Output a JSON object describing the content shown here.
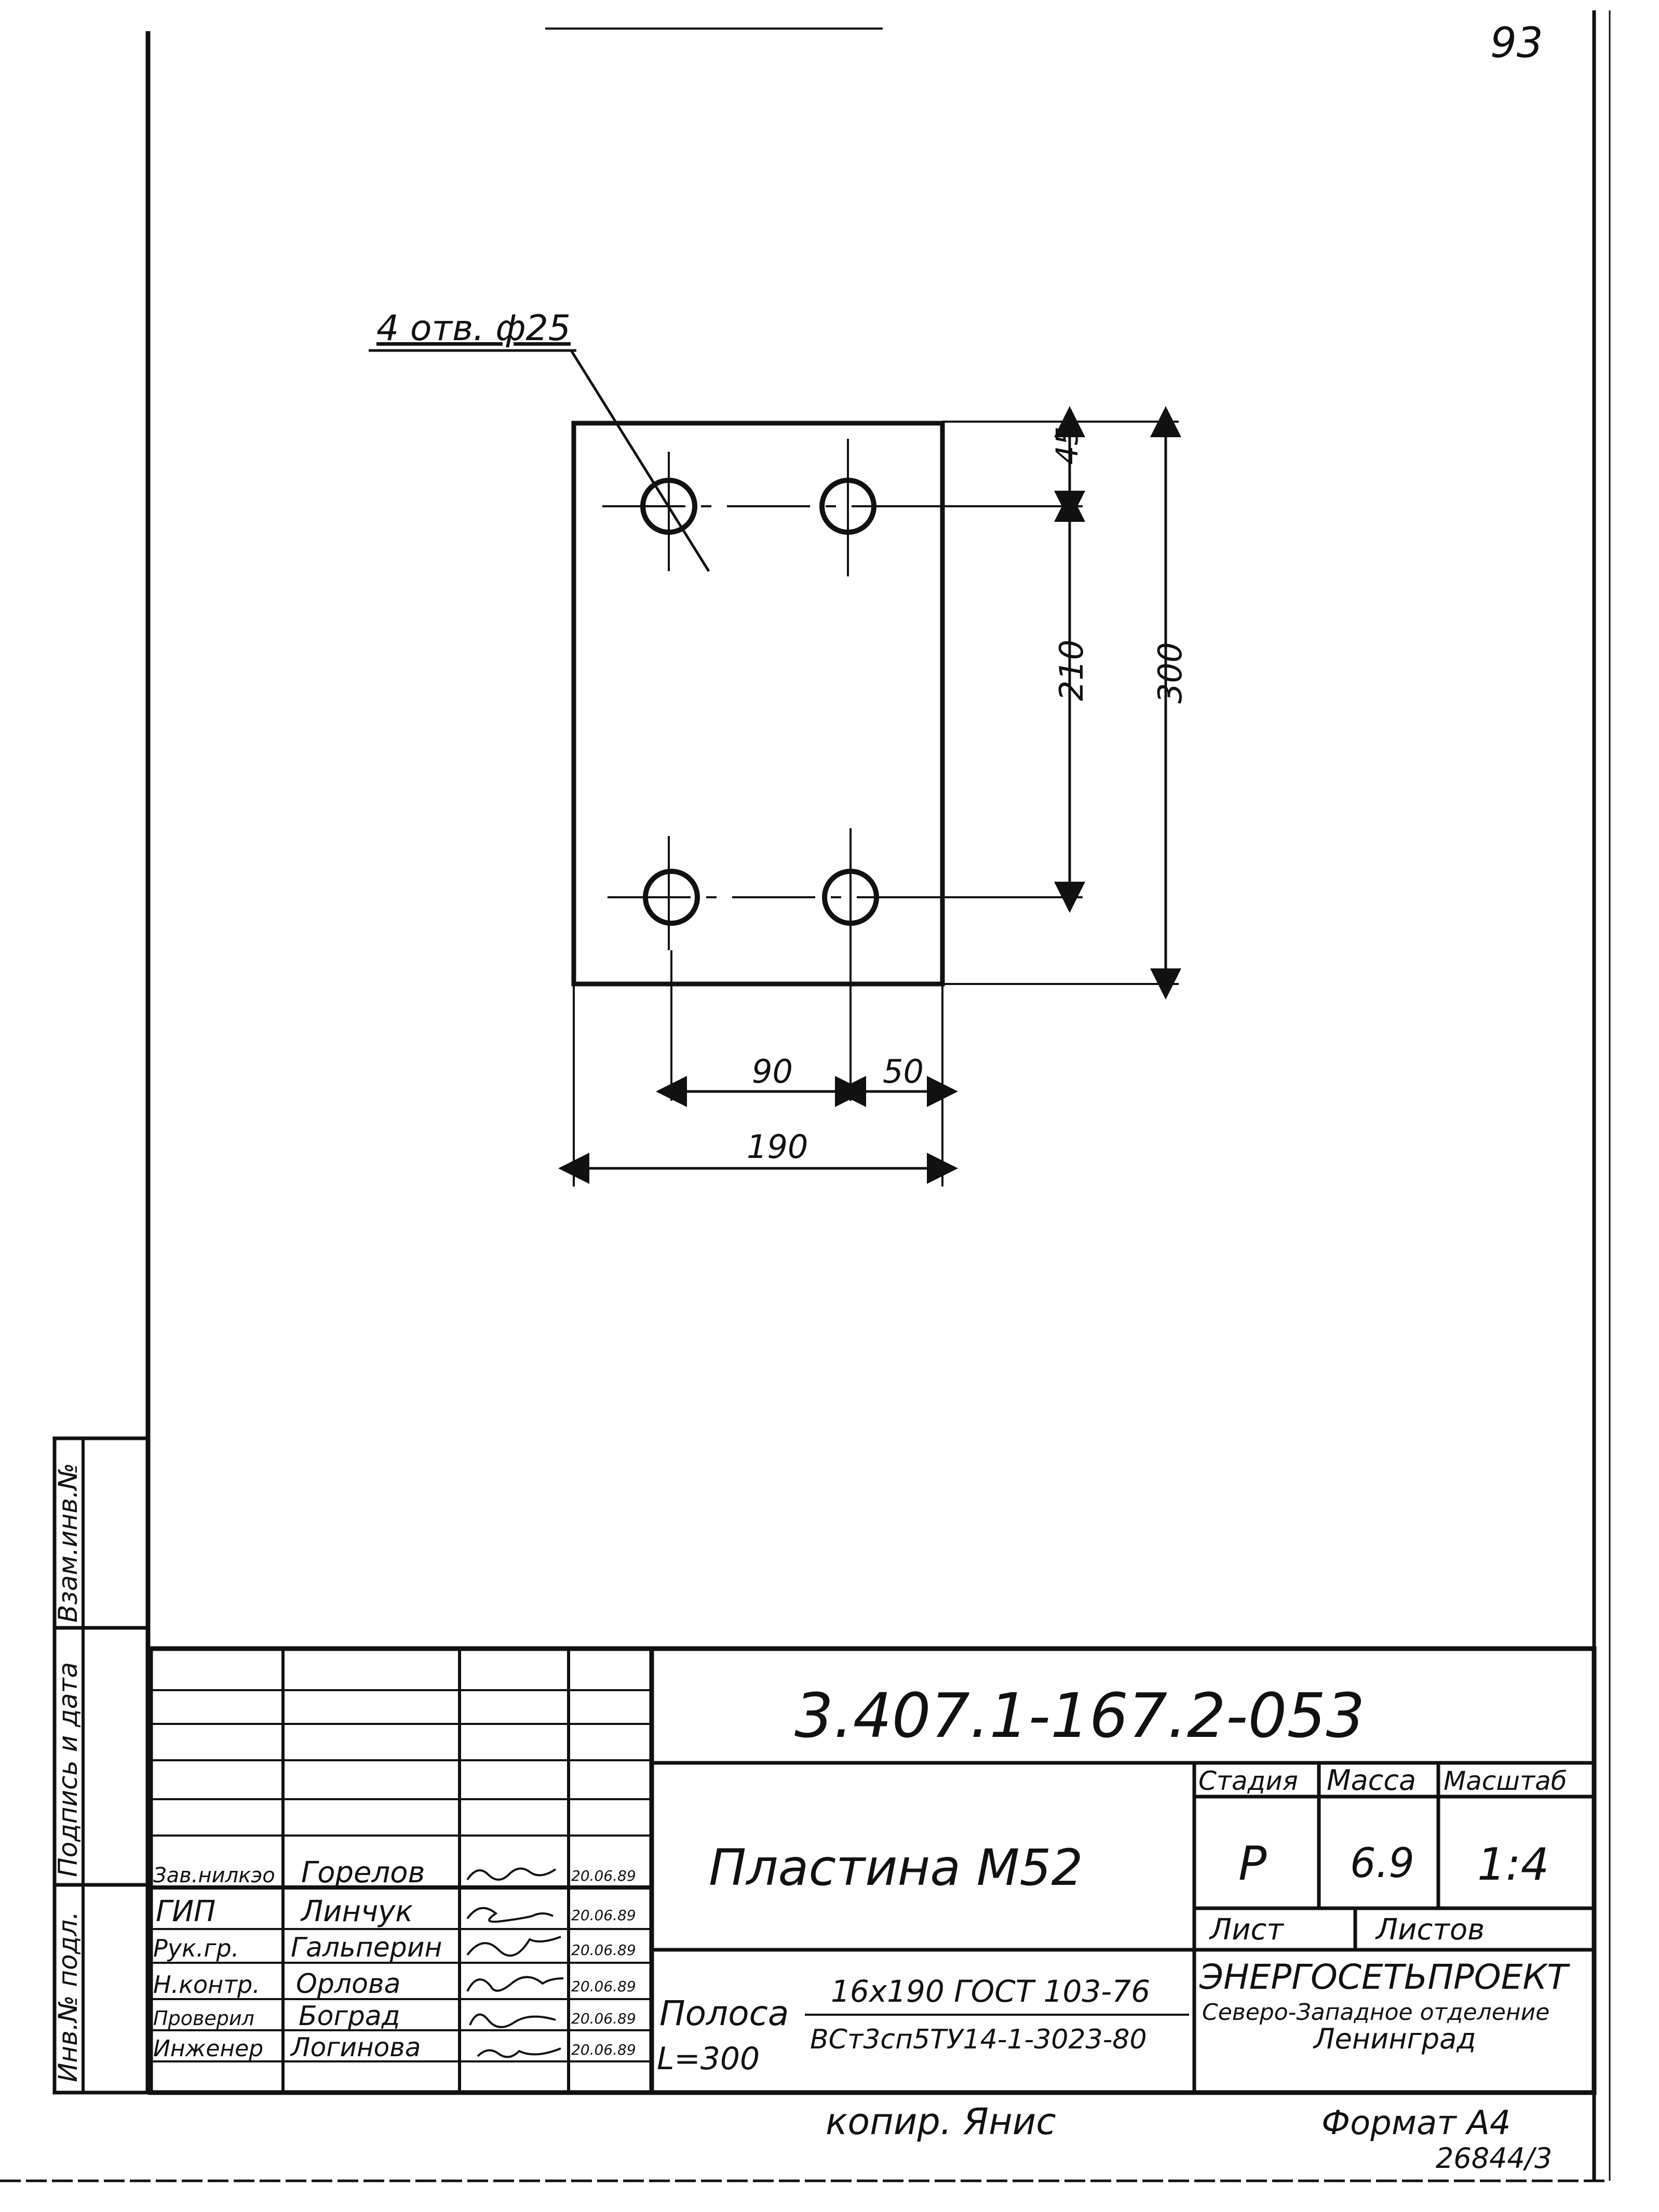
{
  "page_number": "93",
  "drawing": {
    "hole_callout": "4 отв. ф25",
    "dimensions": {
      "top_offset": "45",
      "hole_spacing_vertical": "210",
      "overall_height": "300",
      "hole_spacing_horizontal": "90",
      "edge_offset": "50",
      "overall_width": "190"
    }
  },
  "side_stamp": {
    "inv_no_orig": "Инв.№ подл.",
    "signature_date": "Подпись и дата",
    "replaced_inv_no": "Взам.инв.№"
  },
  "title_block": {
    "document_code": "3.407.1-167.2-053",
    "part_name": "Пластина М52",
    "headers": {
      "stage": "Стадия",
      "mass": "Масса",
      "scale": "Масштаб",
      "sheet": "Лист",
      "sheets": "Листов"
    },
    "values": {
      "stage": "Р",
      "mass": "6.9",
      "scale": "1:4"
    },
    "material": {
      "name": "Полоса",
      "length": "L=300",
      "spec_line1": "16x190 ГОСТ 103-76",
      "spec_line2": "ВСт3сп5ТУ14-1-3023-80"
    },
    "organization": {
      "line1": "ЭНЕРГОСЕТЬПРОЕКТ",
      "line2": "Северо-Западное отделение",
      "line3": "Ленинград"
    },
    "staff": [
      {
        "role": "Зав.нилкэо",
        "name": "Горелов",
        "date": "20.06.89"
      },
      {
        "role": "ГИП",
        "name": "Линчук",
        "date": "20.06.89"
      },
      {
        "role": "Рук.гр.",
        "name": "Гальперин",
        "date": "20.06.89"
      },
      {
        "role": "Н.контр.",
        "name": "Орлова",
        "date": "20.06.89"
      },
      {
        "role": "Проверил",
        "name": "Боград",
        "date": "20.06.89"
      },
      {
        "role": "Инженер",
        "name": "Логинова",
        "date": "20.06.89"
      }
    ]
  },
  "footer": {
    "copied_by": "копир. Янис",
    "format": "Формат А4",
    "archive_no": "26844/3"
  }
}
